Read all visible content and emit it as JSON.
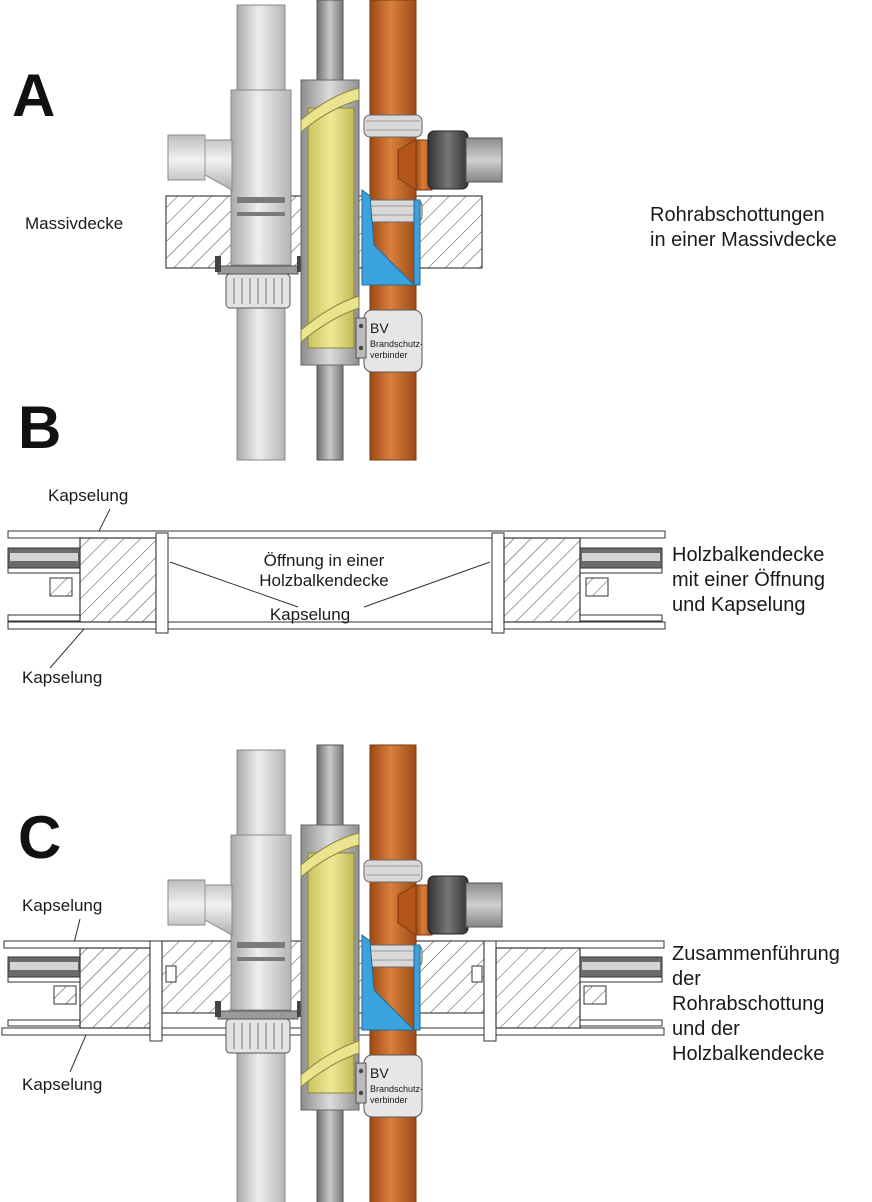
{
  "panels": {
    "a": {
      "letter": "A",
      "deck_label": "Massivdecke",
      "caption": [
        "Rohrabschottungen",
        "in einer Massivdecke"
      ],
      "connector": {
        "code": "BV",
        "text": [
          "Brandschutz-",
          "verbinder"
        ]
      }
    },
    "b": {
      "letter": "B",
      "top_label": "Kapselung",
      "bottom_label": "Kapselung",
      "opening_label": [
        "Öffnung in einer",
        "Holzbalkendecke"
      ],
      "center_label": "Kapselung",
      "caption": [
        "Holzbalkendecke",
        "mit einer Öffnung",
        "und Kapselung"
      ]
    },
    "c": {
      "letter": "C",
      "top_label": "Kapselung",
      "bottom_label": "Kapselung",
      "caption": [
        "Zusammenführung",
        "der",
        "Rohrabschottung",
        "und der",
        "Holzbalkendecke"
      ],
      "connector": {
        "code": "BV",
        "text": [
          "Brandschutz-",
          "verbinder"
        ]
      }
    }
  },
  "colors": {
    "grey_pipe": "#d6d6d6",
    "steel_pipe": "#a8a8a8",
    "copper_pipe": "#c8672a",
    "wrap": "#e4de88",
    "blue_collar": "#3aa2dc",
    "dark_fitting": "#4d4d4d"
  }
}
